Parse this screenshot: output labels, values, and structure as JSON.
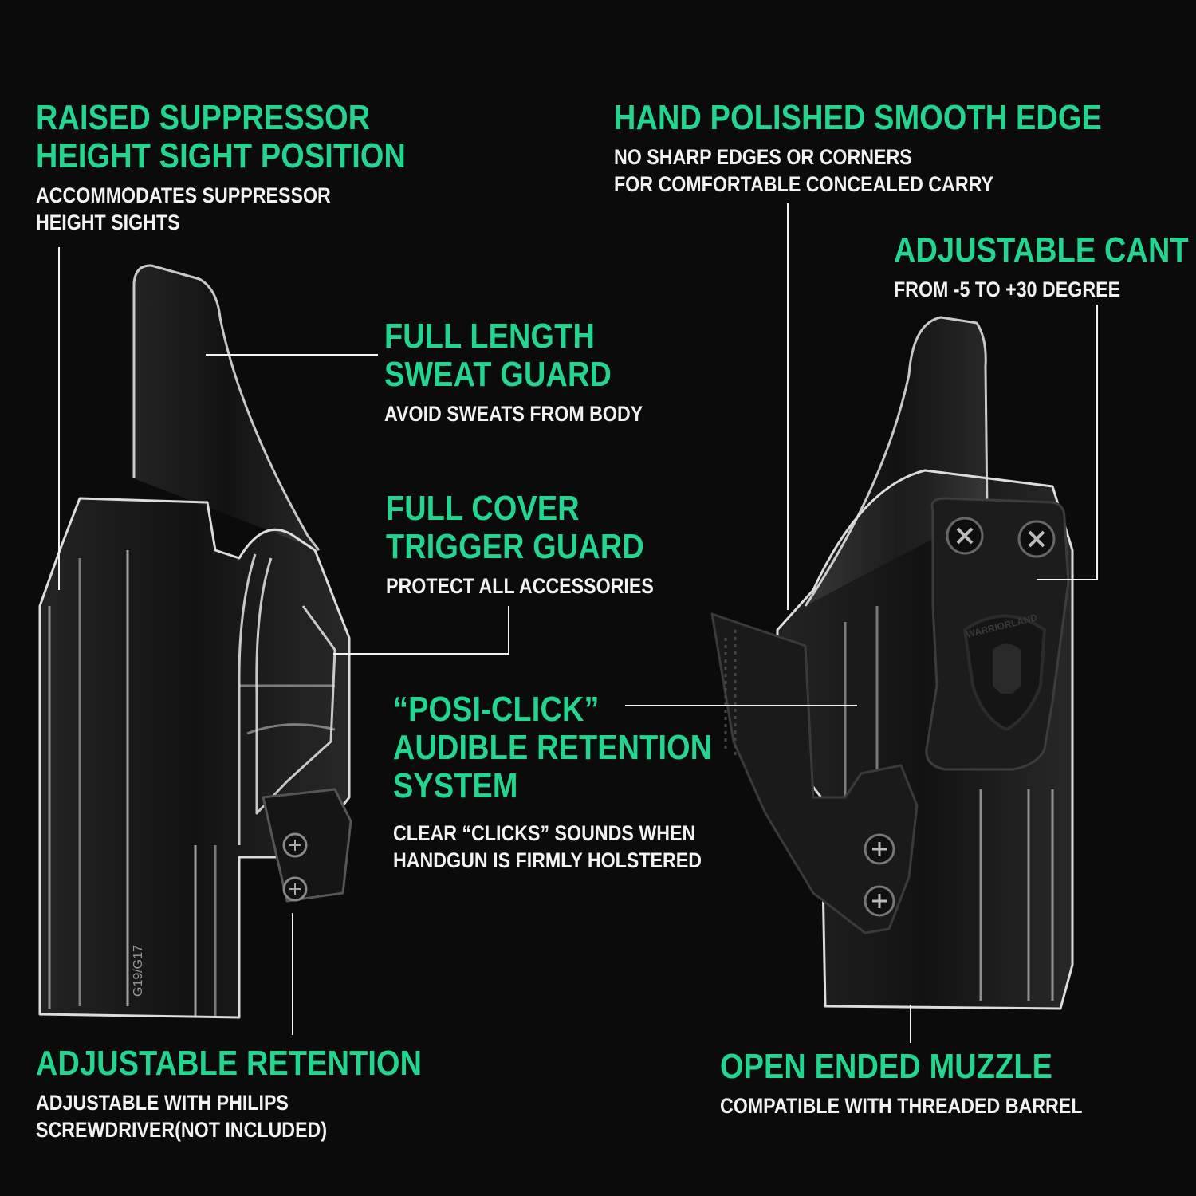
{
  "features": {
    "suppressor": {
      "title": [
        "RAISED SUPPRESSOR",
        "HEIGHT SIGHT POSITION"
      ],
      "desc": [
        "ACCOMMODATES SUPPRESSOR",
        "HEIGHT SIGHTS"
      ]
    },
    "sweat_guard": {
      "title": [
        "FULL LENGTH",
        "SWEAT GUARD"
      ],
      "desc": [
        "AVOID SWEATS FROM BODY"
      ]
    },
    "trigger_guard": {
      "title": [
        "FULL COVER",
        "TRIGGER GUARD"
      ],
      "desc": [
        "PROTECT ALL ACCESSORIES"
      ]
    },
    "posi_click": {
      "title": [
        "“POSI-CLICK”",
        "AUDIBLE RETENTION",
        "SYSTEM"
      ],
      "desc": [
        "CLEAR “CLICKS” SOUNDS WHEN",
        "HANDGUN IS FIRMLY HOLSTERED"
      ]
    },
    "retention": {
      "title": [
        "ADJUSTABLE RETENTION"
      ],
      "desc": [
        "ADJUSTABLE WITH PHILIPS",
        "SCREWDRIVER(NOT INCLUDED)"
      ]
    },
    "smooth_edge": {
      "title": [
        "HAND POLISHED SMOOTH EDGE"
      ],
      "desc": [
        "NO SHARP EDGES OR CORNERS",
        "FOR COMFORTABLE CONCEALED CARRY"
      ]
    },
    "cant": {
      "title": [
        "ADJUSTABLE CANT"
      ],
      "desc": [
        "FROM -5 TO +30 DEGREE"
      ]
    },
    "muzzle": {
      "title": [
        "OPEN ENDED MUZZLE"
      ],
      "desc": [
        "COMPATIBLE WITH THREADED BARREL"
      ]
    }
  },
  "holster": {
    "brand_mark": "WARRIORLAND",
    "model_mark": "G19/G17"
  },
  "colors": {
    "accent": "#22d690",
    "text": "#f2f2f2",
    "background": "#0b0b0c"
  }
}
